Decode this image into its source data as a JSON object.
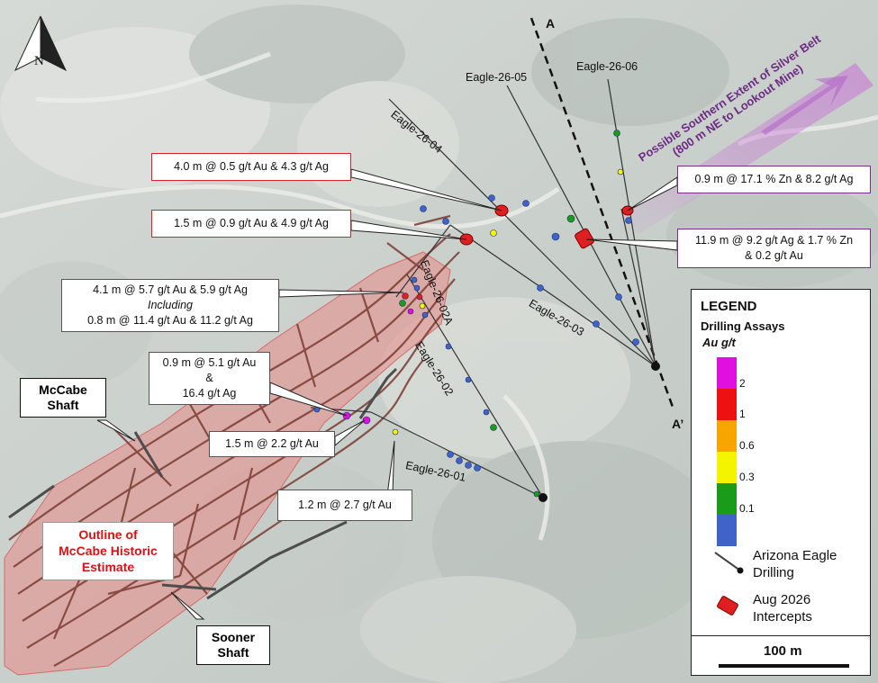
{
  "map": {
    "north_arrow_label": "N",
    "section_start": "A",
    "section_end": "A’",
    "holes": [
      {
        "id": "eagle-26-01",
        "label": "Eagle-26-01"
      },
      {
        "id": "eagle-26-02",
        "label": "Eagle-26-02"
      },
      {
        "id": "eagle-26-02a",
        "label": "Eagle-26-02A"
      },
      {
        "id": "eagle-26-03",
        "label": "Eagle-26-03"
      },
      {
        "id": "eagle-26-04",
        "label": "Eagle-26-04"
      },
      {
        "id": "eagle-26-05",
        "label": "Eagle-26-05"
      },
      {
        "id": "eagle-26-06",
        "label": "Eagle-26-06"
      }
    ],
    "callouts": {
      "c1": "4.0 m @ 0.5 g/t Au & 4.3 g/t Ag",
      "c2": "1.5 m @ 0.9 g/t Au & 4.9 g/t Ag",
      "c3_line1": "4.1 m @ 5.7 g/t Au & 5.9 g/t Ag",
      "c3_line2": "Including",
      "c3_line3": "0.8 m @ 11.4 g/t Au & 11.2 g/t Ag",
      "c4_line1": "0.9 m @ 5.1 g/t Au",
      "c4_line2": "&",
      "c4_line3": "16.4 g/t Ag",
      "c5": "1.5 m @ 2.2 g/t Au",
      "c6": "1.2 m @ 2.7 g/t Au",
      "c7": "0.9 m @ 17.1 % Zn & 8.2 g/t Ag",
      "c8_line1": "11.9 m @ 9.2 g/t Ag & 1.7 % Zn",
      "c8_line2": "& 0.2 g/t Au"
    },
    "mccabe_shaft_line1": "McCabe",
    "mccabe_shaft_line2": "Shaft",
    "sooner_shaft_line1": "Sooner",
    "sooner_shaft_line2": "Shaft",
    "outline_line1": "Outline of",
    "outline_line2": "McCabe Historic",
    "outline_line3": "Estimate",
    "belt_line1": "Possible Southern Extent of Silver Belt",
    "belt_line2": "(800 m NE to Lookout Mine)",
    "colors": {
      "belt": "#c86ad6",
      "estimate": "#e88a86",
      "workings": "#7a3a30",
      "intercept": "#e02020"
    }
  },
  "legend": {
    "title": "LEGEND",
    "subtitle": "Drilling Assays",
    "unit": "Au g/t",
    "scale": [
      {
        "label": "2",
        "color": "#e010e0"
      },
      {
        "label": "1",
        "color": "#ee1111"
      },
      {
        "label": "0.6",
        "color": "#f7a500"
      },
      {
        "label": "0.3",
        "color": "#f4f400"
      },
      {
        "label": "0.1",
        "color": "#1a9c1a"
      },
      {
        "label": "",
        "color": "#3f63c9"
      }
    ],
    "drilling_line1": "Arizona Eagle",
    "drilling_line2": "Drilling",
    "intercepts_line1": "Aug 2026",
    "intercepts_line2": "Intercepts",
    "scale_bar": "100 m"
  }
}
